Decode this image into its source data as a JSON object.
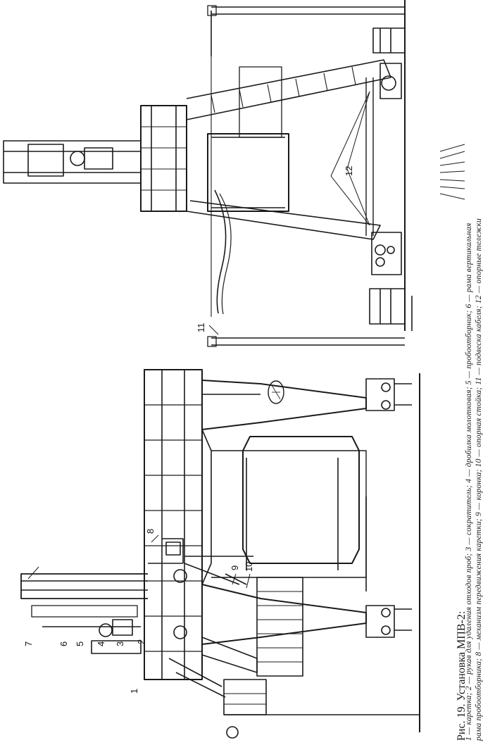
{
  "caption": {
    "title": "Рис. 19. Установка МПВ-2:",
    "line1": "1 — каретка; 2 — рукав для удаления отходов проб; 3 — сократитель; 4 — дробилка молотковая; 5 — пробоотборник; 6 — рама вертикальная",
    "line2": "рама пробоотборника; 8 — механизм передвижения каретки; 9 — коронка; 10 — опорная стойка; 11 — подвеска кабеля; 12 — опорные тележки"
  },
  "callouts": {
    "n1": "1",
    "n2": "2",
    "n3": "3",
    "n4": "4",
    "n5": "5",
    "n6": "6",
    "n7": "7",
    "n8": "8",
    "n9": "9",
    "n10": "10",
    "n11": "11",
    "n12": "12"
  }
}
